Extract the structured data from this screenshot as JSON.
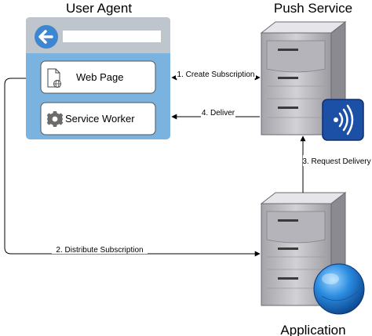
{
  "nodes": {
    "user_agent": {
      "title": "User Agent",
      "web_page": "Web Page",
      "service_worker": "Service Worker"
    },
    "push_service": {
      "title": "Push Service",
      "icon": "wireless-signal-icon"
    },
    "application": {
      "title": "Application",
      "icon": "globe-icon"
    }
  },
  "edges": {
    "create_subscription": "1. Create Subscription",
    "distribute_subscription": "2. Distribute Subscription",
    "request_delivery": "3. Request Delivery",
    "deliver": "4. Deliver"
  },
  "colors": {
    "browser_frame": "#7ab3e0",
    "browser_header": "#bfc5cc",
    "back_button": "#3f86d0",
    "server_light": "#c8c8cc",
    "server_dark": "#8e8e94",
    "signal_badge": "#1c4fa6",
    "globe": "#1a73c9"
  }
}
